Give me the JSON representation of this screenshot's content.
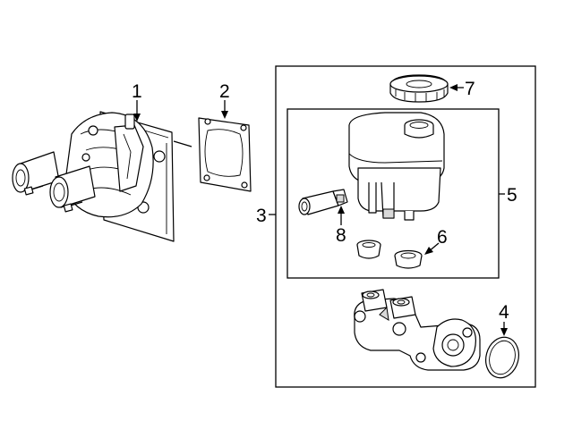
{
  "callouts": {
    "c1": "1",
    "c2": "2",
    "c3": "3",
    "c4": "4",
    "c5": "5",
    "c6": "6",
    "c7": "7",
    "c8": "8"
  },
  "colors": {
    "line": "#000000",
    "background": "#ffffff",
    "shade": "#d9d9d9"
  }
}
